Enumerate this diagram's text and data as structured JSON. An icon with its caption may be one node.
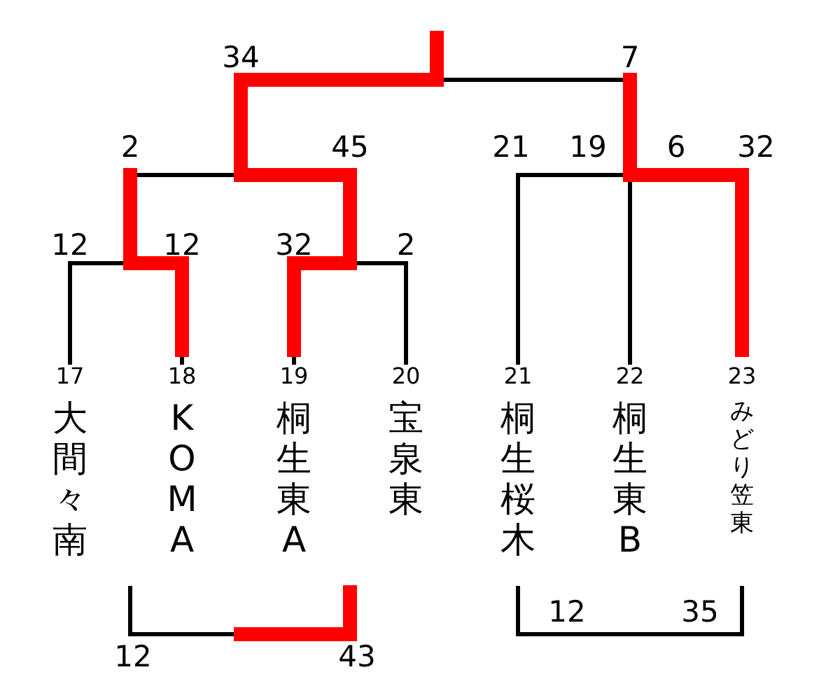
{
  "diagram": {
    "nodes": [
      {
        "text": [
          "17",
          "大間々南"
        ]
      },
      {
        "text": [
          "18",
          "KOMA"
        ]
      },
      {
        "text": [
          "19",
          "桐生東A"
        ]
      },
      {
        "text": [
          "20",
          "宝泉東"
        ]
      },
      {
        "text": [
          "21",
          "桐生桜木"
        ]
      },
      {
        "text": [
          "22",
          "桐生東B"
        ]
      },
      {
        "text": [
          "23",
          "みどり笠東"
        ]
      }
    ],
    "edges": [
      {
        "from": 0,
        "to": 1,
        "arrow": "none"
      },
      {
        "from": 2,
        "to": 3,
        "arrow": "none"
      },
      {
        "from": 4,
        "to": 6,
        "arrow": "none"
      },
      {
        "from": 4,
        "to": 5,
        "arrow": "none"
      }
    ],
    "labels": [
      "34",
      "7",
      "2",
      "45",
      "21",
      "19",
      "6",
      "32",
      "12",
      "12",
      "32",
      "2",
      "12",
      "35",
      "12",
      "43"
    ]
  }
}
